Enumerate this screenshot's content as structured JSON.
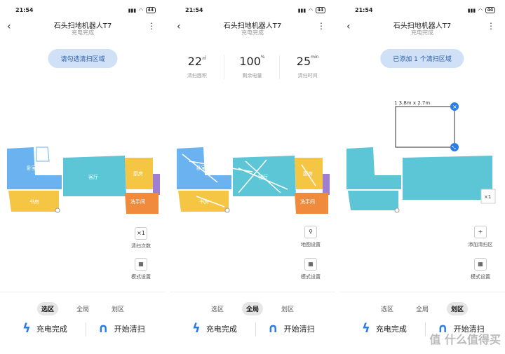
{
  "status": {
    "time": "21:54",
    "signal": "▮▮▮",
    "wifi": "◠",
    "battery": "44"
  },
  "app": {
    "title": "石头扫地机器人T7",
    "subtitle": "充电完成"
  },
  "panel1": {
    "pill": "请勾选清扫区域",
    "count_label": "×1",
    "count_caption": "清扫次数",
    "mode_caption": "模式设置",
    "active_tab": "选区"
  },
  "panel2": {
    "stats": [
      {
        "value": "22",
        "unit": "㎡",
        "label": "清扫面积"
      },
      {
        "value": "100",
        "unit": "%",
        "label": "剩余电量"
      },
      {
        "value": "25",
        "unit": "min",
        "label": "清扫时间"
      }
    ],
    "map_caption": "地图设置",
    "mode_caption": "模式设置",
    "active_tab": "全局"
  },
  "panel3": {
    "pill": "已添加 1 个清扫区域",
    "zone_label": "1   3.8m x 2.7m",
    "zone_count": "×1",
    "add_caption": "添加清扫区",
    "mode_caption": "模式设置",
    "active_tab": "划区"
  },
  "rooms": {
    "bedroom": "卧室",
    "living": "客厅",
    "kitchen": "厨房",
    "study": "书房",
    "bathroom": "洗手间"
  },
  "tabs": [
    "选区",
    "全局",
    "划区"
  ],
  "actions": {
    "charge": "充电完成",
    "start": "开始清扫"
  },
  "watermark": "值 什么值得买",
  "colors": {
    "accent": "#2a7be4",
    "pill_bg": "#cfe0f7",
    "room_blue": "#6ab3f0",
    "room_cyan": "#5cc6d6",
    "room_yellow": "#f5c544",
    "room_orange": "#f08a3c",
    "room_purple": "#a07fd0"
  }
}
